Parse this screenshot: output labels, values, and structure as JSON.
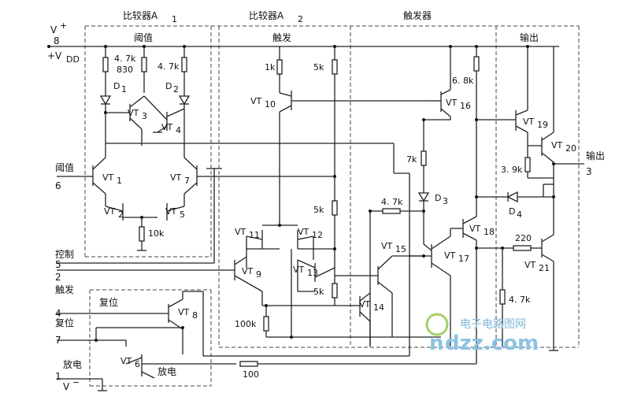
{
  "sections": {
    "comparator1": "比较器A",
    "comparator1_sub": "1",
    "comparator2": "比较器A",
    "comparator2_sub": "2",
    "trigger_ff": "触发器",
    "threshold_sub": "阈值",
    "trigger_sub": "触发",
    "output_sub": "输出"
  },
  "pins": {
    "vplus": "V",
    "vplus_sup": "+",
    "pin8": "8",
    "vdd": "+V",
    "vdd_sub": "DD",
    "threshold_label": "阈值",
    "pin6": "6",
    "control_label": "控制",
    "pin5": "5",
    "pin2": "2",
    "trigger_label": "触发",
    "pin4": "4",
    "reset_label": "复位",
    "reset_inner": "复位",
    "pin7": "7",
    "discharge_label": "放电",
    "discharge_inner": "放电",
    "pin1": "1",
    "vminus": "V",
    "vminus_sup": "−",
    "output_label": "输出",
    "pin3": "3"
  },
  "components": {
    "r1": "4. 7k",
    "r2": "830",
    "r3": "4. 7k",
    "d1": "D",
    "d1_sub": "1",
    "d2": "D",
    "d2_sub": "2",
    "vt3": "VT",
    "vt3_sub": "3",
    "vt4": "VT",
    "vt4_sub": "4",
    "vt1": "VT",
    "vt1_sub": "1",
    "vt7": "VT",
    "vt7_sub": "7",
    "vt2": "VT",
    "vt2_sub": "2",
    "vt5": "VT",
    "vt5_sub": "5",
    "r10k": "10k",
    "r1k": "1k",
    "vt10": "VT",
    "vt10_sub": "10",
    "r5k_a": "5k",
    "r5k_b": "5k",
    "r5k_c": "5k",
    "vt11": "VT",
    "vt11_sub": "11",
    "vt12": "VT",
    "vt12_sub": "12",
    "vt9": "VT",
    "vt9_sub": "9",
    "vt13": "VT",
    "vt13_sub": "13",
    "r100k": "100k",
    "vt8": "VT",
    "vt8_sub": "8",
    "vt6": "VT",
    "vt6_sub": "6",
    "r100": "100",
    "r68k": "6. 8k",
    "vt16": "VT",
    "vt16_sub": "16",
    "r7k": "7k",
    "r47k_b": "4. 7k",
    "d3": "D",
    "d3_sub": "3",
    "vt15": "VT",
    "vt15_sub": "15",
    "vt17": "VT",
    "vt17_sub": "17",
    "vt14": "VT",
    "vt14_sub": "14",
    "vt18": "VT",
    "vt18_sub": "18",
    "vt19": "VT",
    "vt19_sub": "19",
    "vt20": "VT",
    "vt20_sub": "20",
    "r39k": "3. 9k",
    "d4": "D",
    "d4_sub": "4",
    "r220": "220",
    "vt21": "VT",
    "vt21_sub": "21",
    "r47k_c": "4. 7k"
  },
  "watermark": {
    "line1": "电子电路图网",
    "line2": "dzz.com",
    "logo_letter": "n"
  }
}
